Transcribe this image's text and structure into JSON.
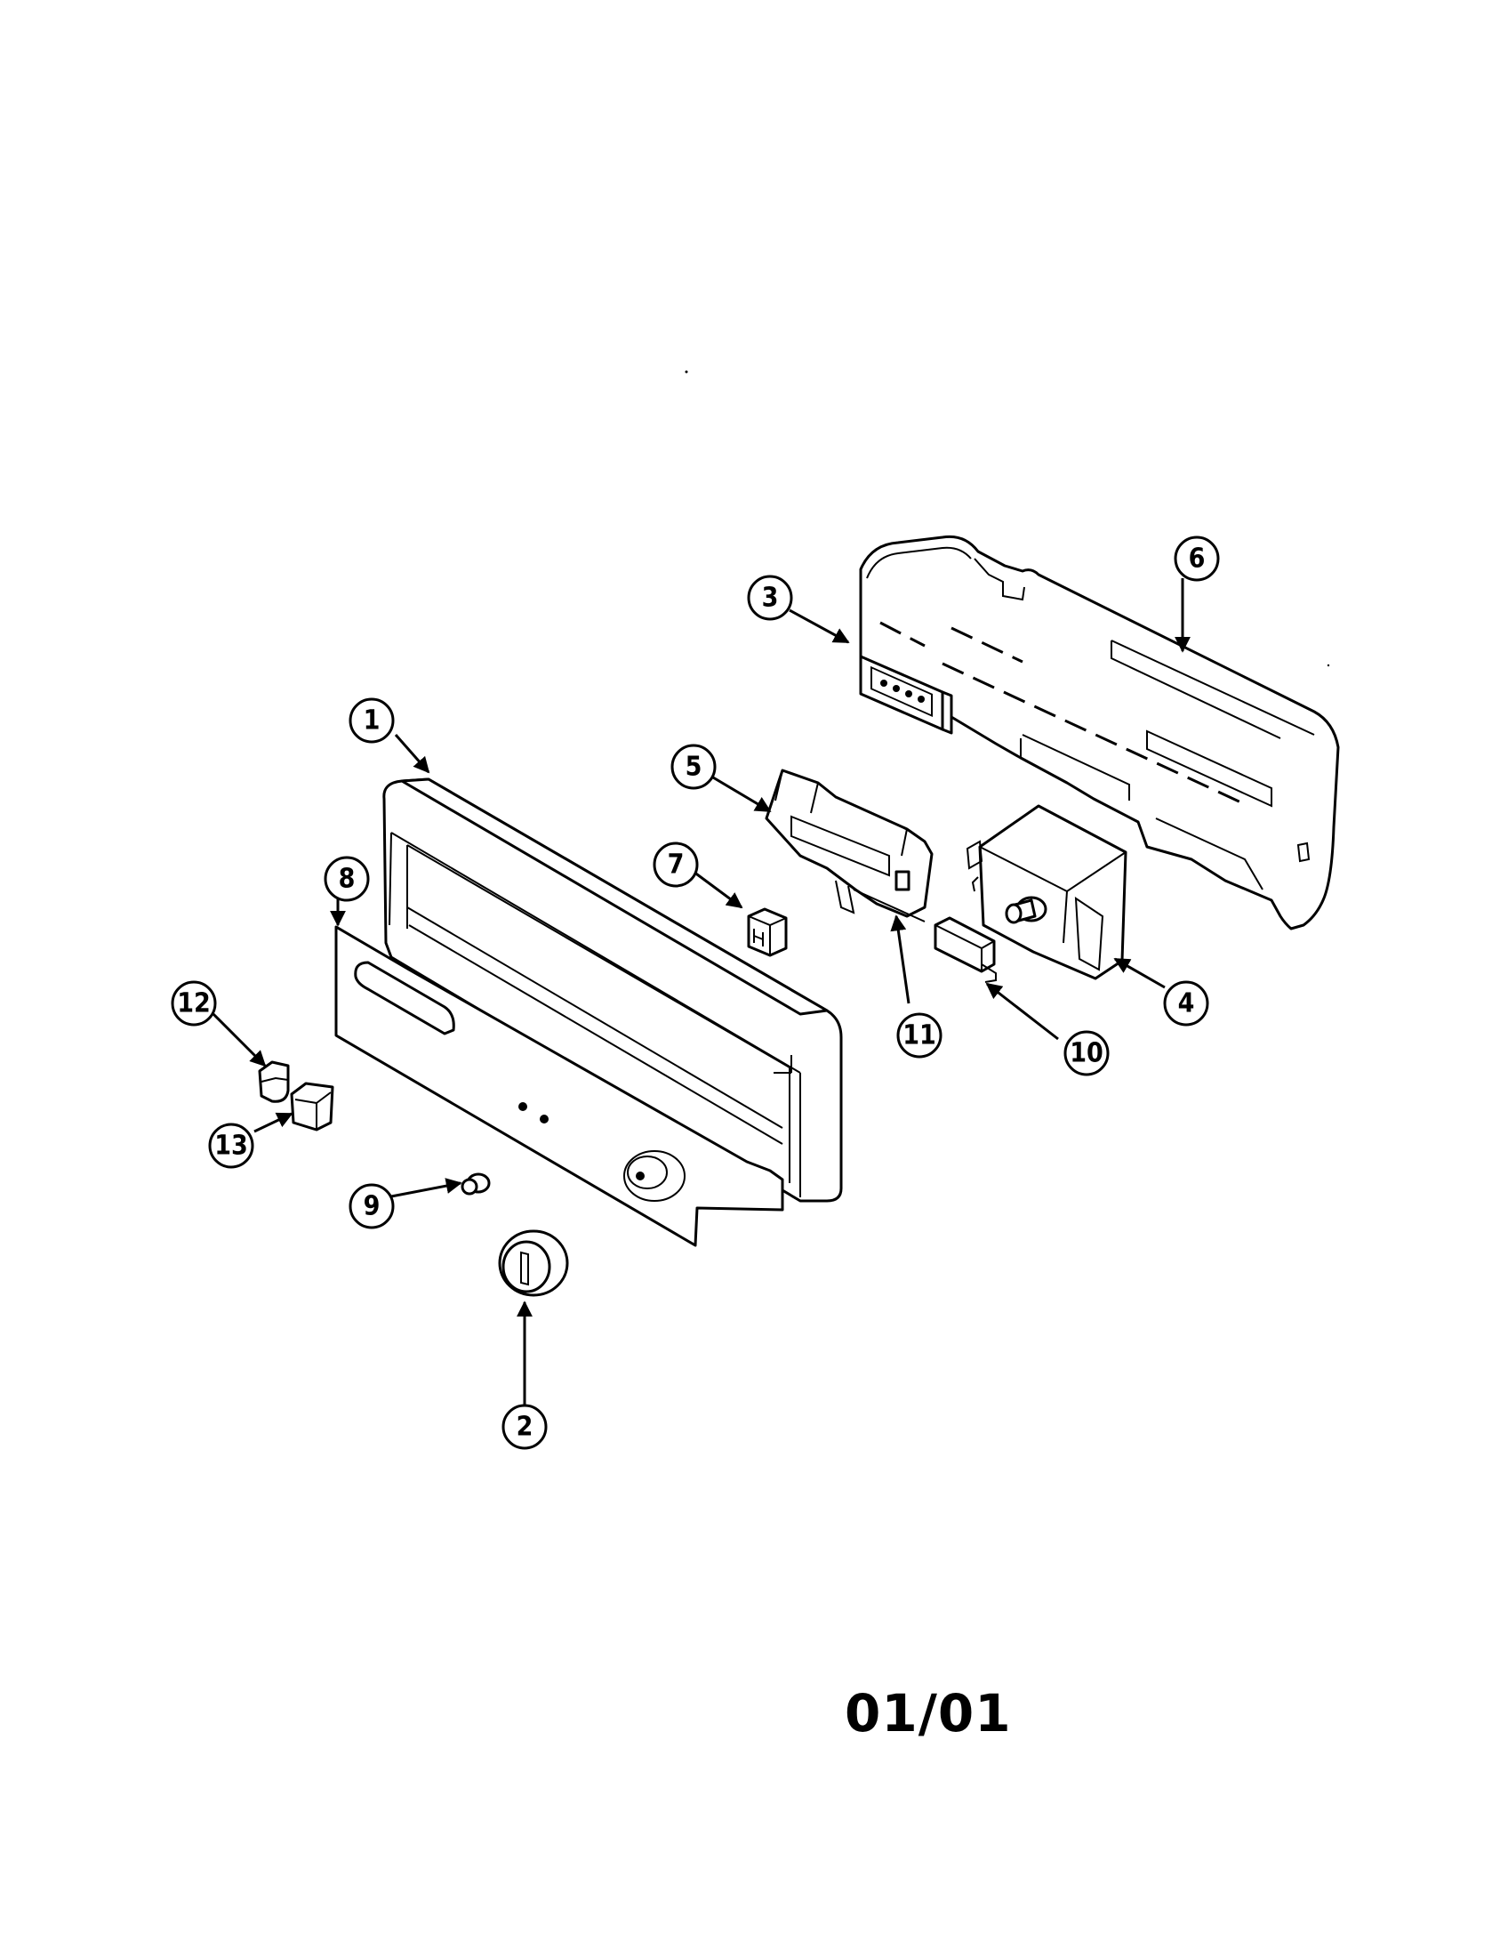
{
  "diagram": {
    "callouts": [
      {
        "id": "callout-1",
        "label": "1"
      },
      {
        "id": "callout-2",
        "label": "2"
      },
      {
        "id": "callout-3",
        "label": "3"
      },
      {
        "id": "callout-4",
        "label": "4"
      },
      {
        "id": "callout-5",
        "label": "5"
      },
      {
        "id": "callout-6",
        "label": "6"
      },
      {
        "id": "callout-7",
        "label": "7"
      },
      {
        "id": "callout-8",
        "label": "8"
      },
      {
        "id": "callout-9",
        "label": "9"
      },
      {
        "id": "callout-10",
        "label": "10"
      },
      {
        "id": "callout-11",
        "label": "11"
      },
      {
        "id": "callout-12",
        "label": "12"
      },
      {
        "id": "callout-13",
        "label": "13"
      }
    ],
    "page_code": "01/01"
  }
}
